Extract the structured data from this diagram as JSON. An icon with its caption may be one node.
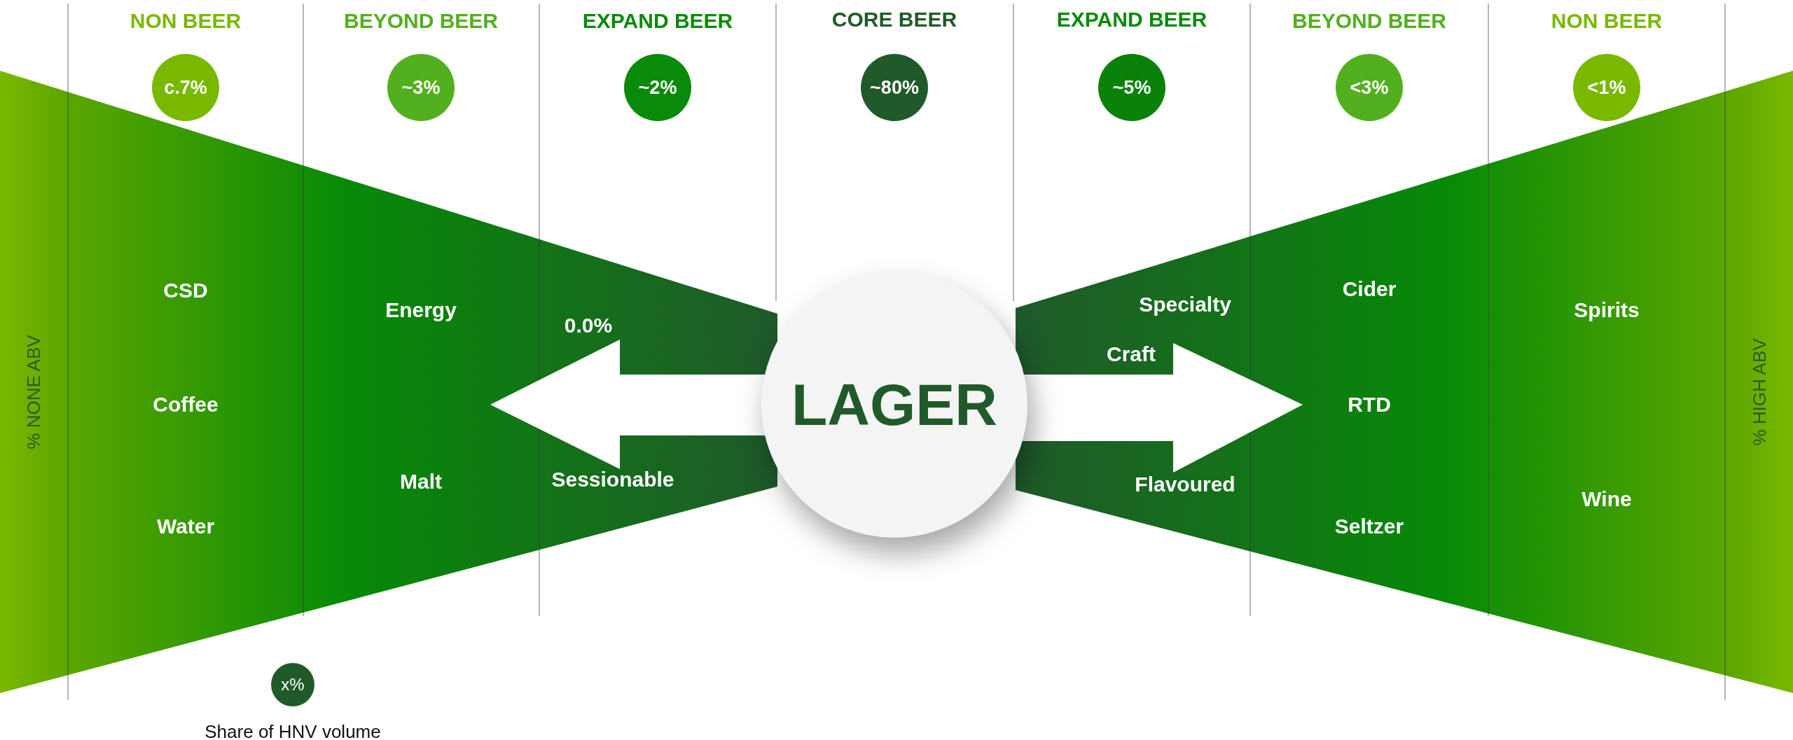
{
  "diagram": {
    "nodes": [
      {
        "text": [
          "c.7%"
        ]
      },
      {
        "text": [
          "~3%"
        ]
      },
      {
        "text": [
          "~2%"
        ]
      },
      {
        "text": [
          "~80%"
        ]
      },
      {
        "text": [
          "~5%"
        ]
      },
      {
        "text": [
          "<3%"
        ]
      },
      {
        "text": [
          "<1%"
        ]
      },
      {
        "text": [
          "LAGER"
        ]
      },
      {
        "text": [
          "x%"
        ],
        "beside": [
          "Share of HNV volume"
        ]
      }
    ],
    "labels": [
      "NON BEER",
      "BEYOND BEER",
      "EXPAND BEER",
      "CORE BEER",
      "EXPAND BEER",
      "BEYOND BEER",
      "NON BEER",
      "% NONE ABV",
      "CSD",
      "Coffee",
      "Water",
      "Energy",
      "Malt",
      "0.0%",
      "Sessionable",
      "Specialty",
      "Craft",
      "Flavoured",
      "Cider",
      "RTD",
      "Seltzer",
      "Spirits",
      "Wine",
      "% HIGH ABV"
    ]
  }
}
